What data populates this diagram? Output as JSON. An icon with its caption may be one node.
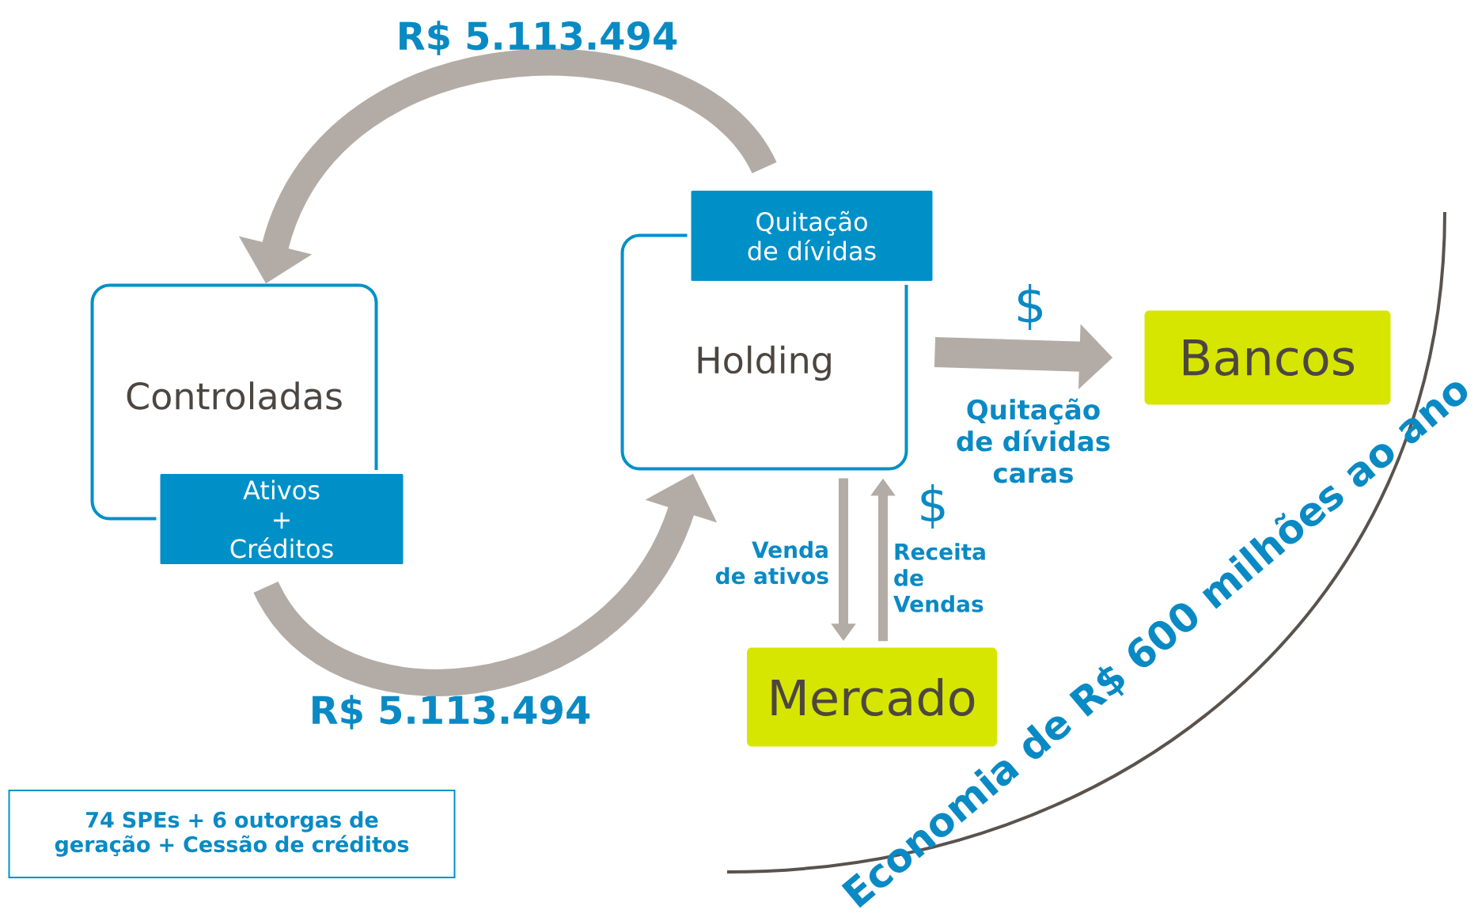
{
  "diagram": {
    "nodes": [
      {
        "text": [
          "Controladas"
        ]
      },
      {
        "text": [
          "Ativos + Créditos"
        ]
      },
      {
        "text": [
          "Holding"
        ]
      },
      {
        "text": [
          "Quitação de dívidas"
        ]
      },
      {
        "text": [
          "Bancos"
        ]
      },
      {
        "text": [
          "Mercado"
        ]
      },
      {
        "text": [
          "74 SPEs + 6 outorgas de geração + Cessão de créditos"
        ]
      }
    ],
    "edges": [
      {
        "from": 3,
        "to": 0,
        "arrow": "to",
        "label": "R$ 5.113.494"
      },
      {
        "from": 1,
        "to": 2,
        "arrow": "to",
        "label": "R$ 5.113.494"
      },
      {
        "from": 2,
        "to": 4,
        "arrow": "to",
        "label": "$"
      },
      {
        "from": 2,
        "to": 5,
        "arrow": "to",
        "label": "Venda de ativos"
      },
      {
        "from": 5,
        "to": 2,
        "arrow": "to",
        "label": "Receita de Vendas"
      }
    ],
    "labels": [
      "Quitação de dívidas caras",
      "$",
      "Economia de R$ 600 milhões ao ano"
    ]
  }
}
